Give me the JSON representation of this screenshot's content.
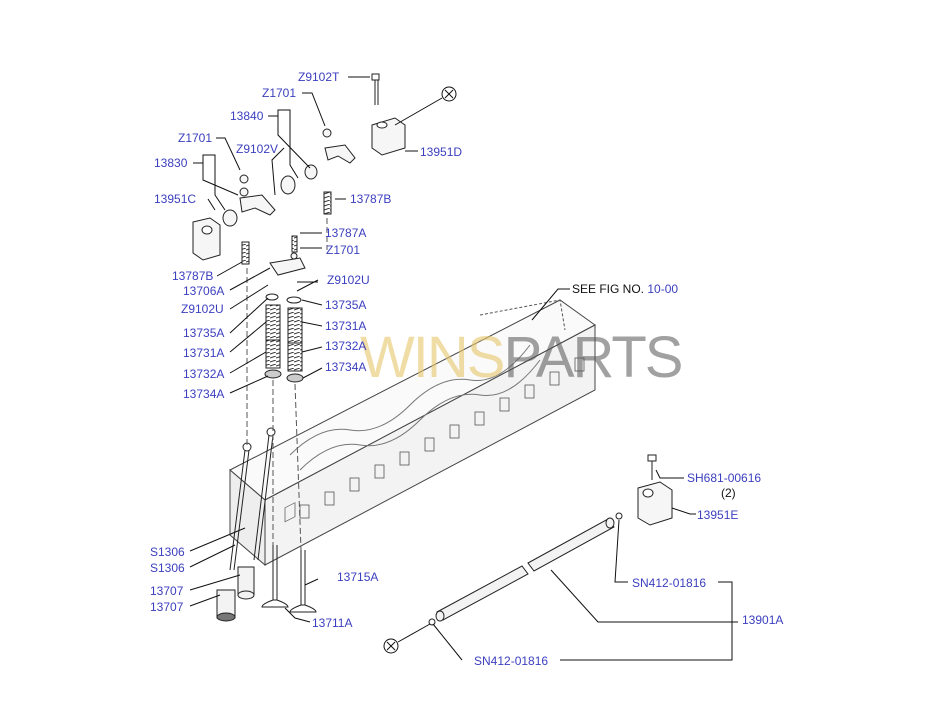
{
  "labels": {
    "z9102t": "Z9102T",
    "z1701_top": "Z1701",
    "l13840": "13840",
    "z1701_left": "Z1701",
    "z9102v": "Z9102V",
    "l13830": "13830",
    "l13951d": "13951D",
    "l13951c": "13951C",
    "l13787b_r": "13787B",
    "l13787a": "13787A",
    "z1701_mid": "Z1701",
    "l13787b_l": "13787B",
    "l13706a": "13706A",
    "z9102u_r": "Z9102U",
    "z9102u_l": "Z9102U",
    "l13735a_r": "13735A",
    "l13735a_l": "13735A",
    "l13731a_r": "13731A",
    "l13731a_l": "13731A",
    "l13732a_r": "13732A",
    "l13732a_l": "13732A",
    "l13734a_r": "13734A",
    "l13734a_l": "13734A",
    "sh681": "SH681-00616",
    "qty2": "(2)",
    "l13951e": "13951E",
    "s1306_a": "S1306",
    "s1306_b": "S1306",
    "l13707_a": "13707",
    "l13707_b": "13707",
    "l13715a": "13715A",
    "l13711a": "13711A",
    "sn412_r": "SN412-01816",
    "l13901a": "13901A",
    "sn412_b": "SN412-01816"
  },
  "see_fig": {
    "text": "SEE FIG NO.",
    "number": "10-00"
  },
  "watermark": {
    "part1": "WINS",
    "part2": "PARTS"
  },
  "symbols": {
    "cross": "X"
  },
  "colors": {
    "label": "#3b3fbf",
    "line": "#222222",
    "dash": "#555555"
  }
}
